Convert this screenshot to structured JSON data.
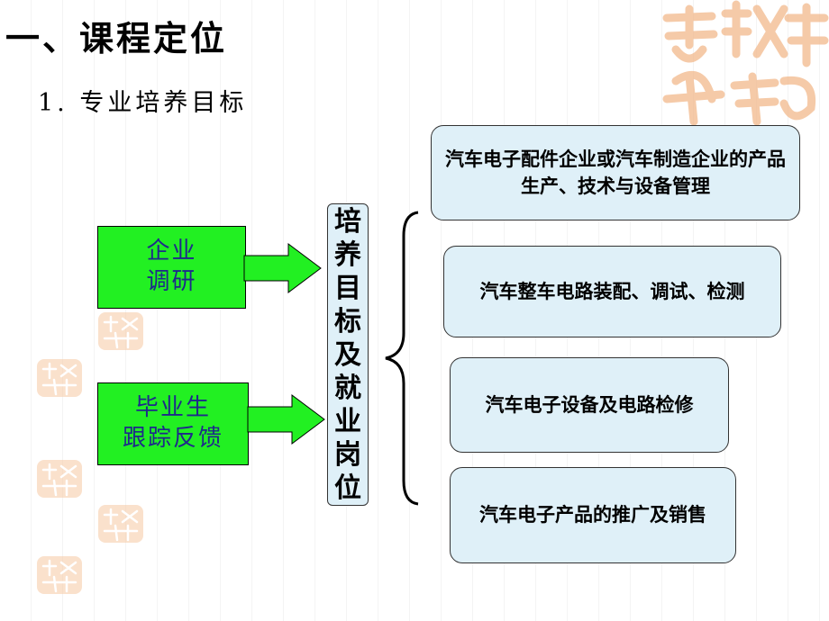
{
  "title": "一、课程定位",
  "subtitle": "1. 专业培养目标",
  "inputs": [
    {
      "lines": [
        "企业",
        "调研"
      ]
    },
    {
      "lines": [
        "毕业生",
        "跟踪反馈"
      ]
    }
  ],
  "center_label": [
    "培",
    "养",
    "目",
    "标",
    "及",
    "就",
    "业",
    "岗",
    "位"
  ],
  "jobs": [
    "汽车电子配件企业或汽车制造企业的产品生产、技术与设备管理",
    "汽车整车电路装配、调试、检测",
    "汽车电子设备及电路检修",
    "汽车电子产品的推广及销售"
  ],
  "colors": {
    "green": "#22f022",
    "green_text": "#1e2a8a",
    "box_fill": "#dff0f8",
    "watermark": "#f2b98c"
  }
}
